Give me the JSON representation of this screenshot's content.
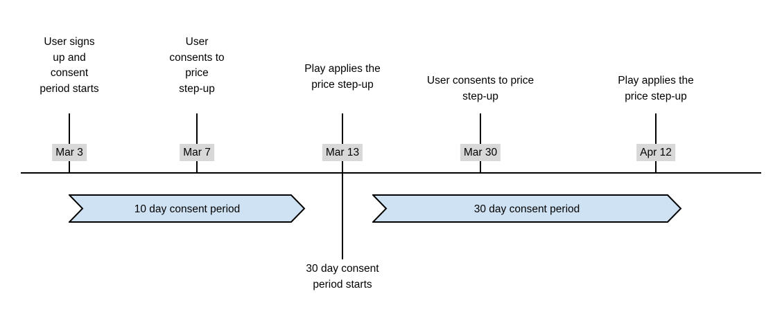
{
  "timeline": {
    "axis_color": "#000000",
    "date_badge_bg": "#d8d8d8",
    "banner_fill": "#cfe2f3",
    "banner_stroke": "#000000",
    "events": [
      {
        "date": "Mar 3",
        "label": "User signs\nup and\nconsent\nperiod starts"
      },
      {
        "date": "Mar 7",
        "label": "User\nconsents to\nprice\nstep-up"
      },
      {
        "date": "Mar 13",
        "label": "Play applies the\nprice step-up",
        "callout_below": "30 day consent\nperiod starts"
      },
      {
        "date": "Mar 30",
        "label": "User consents to price\nstep-up"
      },
      {
        "date": "Apr 12",
        "label": "Play applies the\nprice step-up"
      }
    ],
    "banners": [
      {
        "label": "10 day consent period"
      },
      {
        "label": "30 day consent period"
      }
    ]
  }
}
